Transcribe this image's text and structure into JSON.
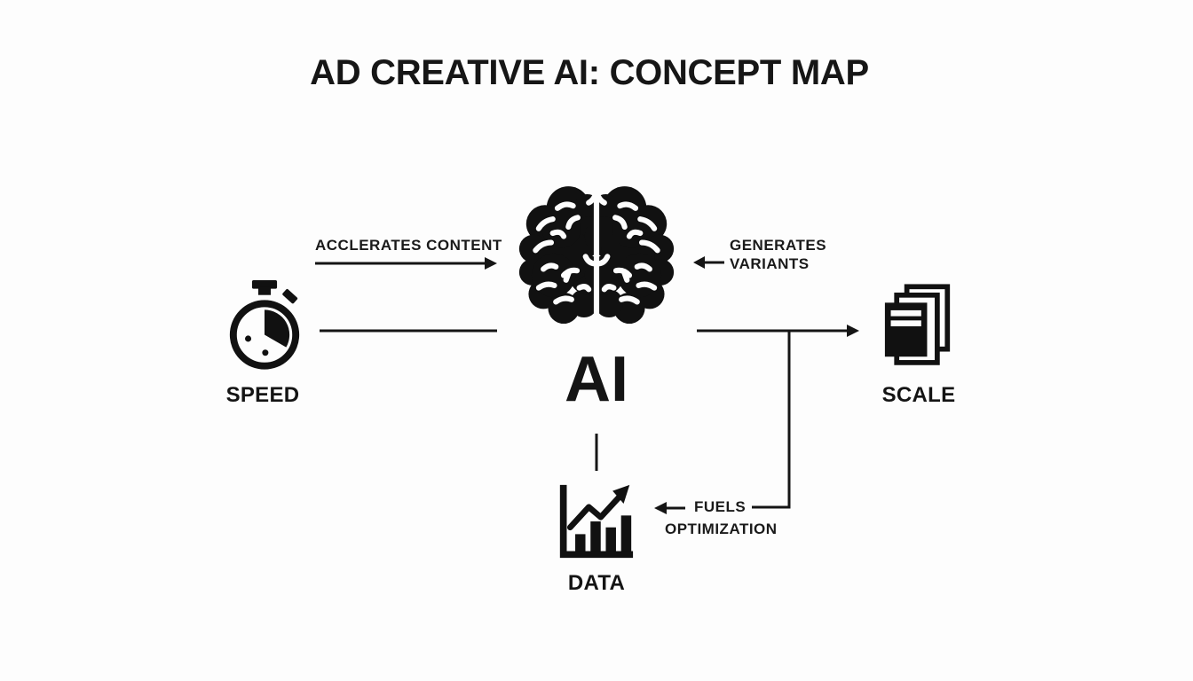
{
  "title": "AD CREATIVE AI: CONCEPT MAP",
  "colors": {
    "ink": "#111111",
    "background": "#fdfdfd"
  },
  "nodes": {
    "speed": {
      "label": "SPEED",
      "icon": "stopwatch-icon"
    },
    "ai": {
      "label": "AI",
      "icon": "brain-icon"
    },
    "scale": {
      "label": "SCALE",
      "icon": "document-stack-icon"
    },
    "data": {
      "label": "DATA",
      "icon": "bar-chart-icon"
    }
  },
  "edges": {
    "speed_to_ai": {
      "from": "speed",
      "to": "ai",
      "label": "ACCLERATES CONTENT",
      "arrow_direction": "right"
    },
    "scale_to_ai": {
      "from": "scale",
      "to": "ai",
      "label_line1": "GENERATES",
      "label_line2": "VARIANTS",
      "arrow_direction": "left"
    },
    "ai_to_scale": {
      "from": "ai",
      "to": "scale",
      "arrow_direction": "right"
    },
    "branch_to_data": {
      "from": "ai_to_scale",
      "to": "data",
      "label_line1": "FUELS",
      "label_line2": "OPTIMIZATION",
      "arrow_direction": "left"
    },
    "ai_to_data": {
      "from": "ai",
      "to": "data",
      "arrow_direction": "none"
    }
  }
}
